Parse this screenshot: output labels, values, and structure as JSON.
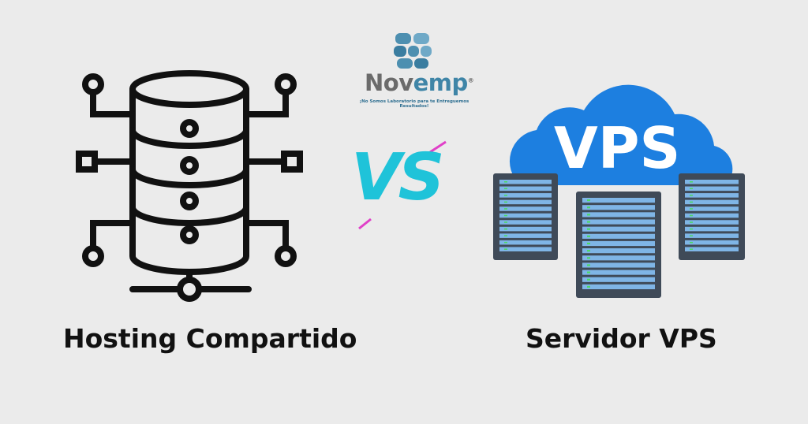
{
  "logo": {
    "name_prefix": "Nov",
    "name_suffix": "emp",
    "registered": "®",
    "tagline": "¡No Somos Laboratorio para te Entreguemos Resultados!"
  },
  "left": {
    "caption": "Hosting Compartido",
    "icon": "shared-server-database-icon"
  },
  "center": {
    "vs": "VS"
  },
  "right": {
    "cloud_text": "VPS",
    "caption": "Servidor VPS",
    "icon": "cloud-server-rack-icon"
  },
  "colors": {
    "background": "#ebebeb",
    "vs": "#1fc3d9",
    "vs_accent": "#e040c8",
    "cloud": "#1d7fe0",
    "rack": "#3f4a58",
    "drive": "#7fb5e6",
    "led": "#4cd964"
  }
}
